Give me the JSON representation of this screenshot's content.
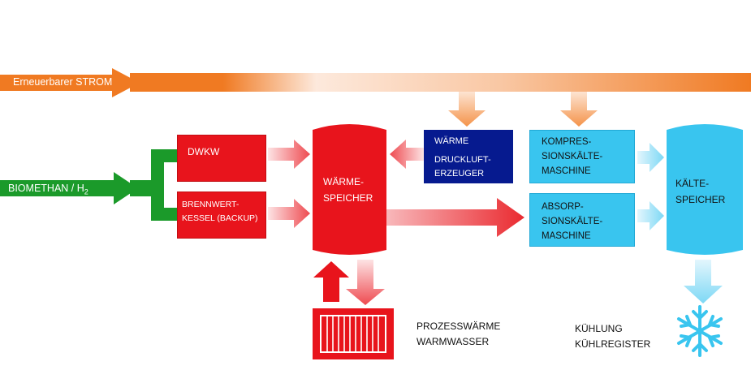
{
  "source": {
    "strom": "Erneuerbarer STROM",
    "biomethan": "BIOMETHAN / H",
    "biomethan_sub": "2"
  },
  "generators": {
    "dwkw": "DWKW",
    "brennwert": [
      "BRENNWERT-",
      "KESSEL (BACKUP)"
    ]
  },
  "storage": {
    "waerme": [
      "WÄRME-",
      "SPEICHER"
    ],
    "kaelte": [
      "KÄLTE-",
      "SPEICHER"
    ]
  },
  "druckluft": [
    "WÄRME",
    "DRUCKLUFT-",
    "ERZEUGER"
  ],
  "machines": {
    "kompression": [
      "KOMPRES-",
      "SIONSKÄLTE-",
      "MASCHINE"
    ],
    "absorption": [
      "ABSORP-",
      "SIONSKÄLTE-",
      "MASCHINE"
    ]
  },
  "outputs": {
    "prozess": [
      "PROZESSWÄRME",
      "WARMWASSER"
    ],
    "kuehlung": [
      "KÜHLUNG",
      "KÜHLREGISTER"
    ]
  },
  "colors": {
    "orange": "#f07a22",
    "red": "#e8141c",
    "green": "#1b9a2a",
    "blue": "#39c5ef",
    "navy": "#061a8f"
  }
}
